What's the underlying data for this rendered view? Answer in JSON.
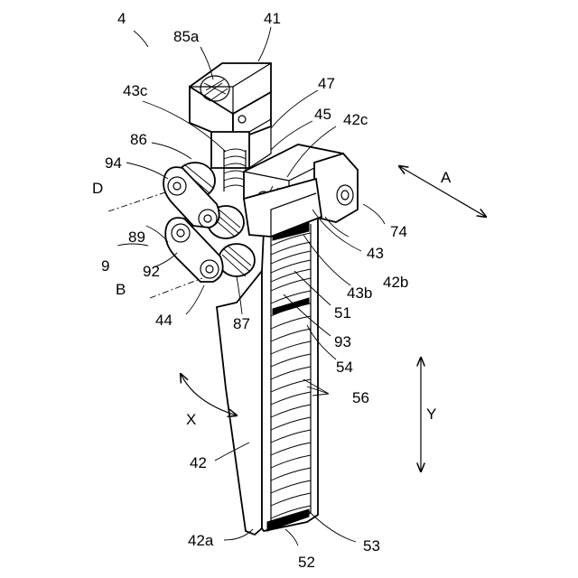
{
  "figure": {
    "labels": {
      "l4": "4",
      "l85a": "85a",
      "l41": "41",
      "l43c": "43c",
      "l47": "47",
      "l45": "45",
      "l42c": "42c",
      "l86": "86",
      "l94": "94",
      "lD": "D",
      "lA": "A",
      "l74": "74",
      "l89": "89",
      "l43": "43",
      "l9": "9",
      "l92": "92",
      "l42b": "42b",
      "lB": "B",
      "l43b": "43b",
      "l44": "44",
      "l87": "87",
      "l51": "51",
      "l93": "93",
      "l54": "54",
      "l56": "56",
      "lX": "X",
      "lY": "Y",
      "l42": "42",
      "l42a": "42a",
      "l53": "53",
      "l52": "52"
    }
  }
}
